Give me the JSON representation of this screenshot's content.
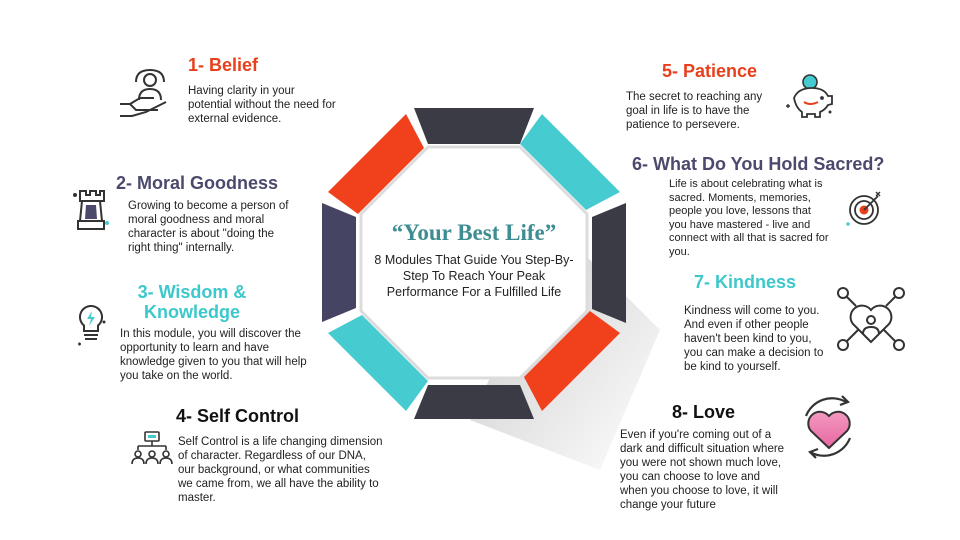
{
  "center": {
    "title": "“Your Best Life”",
    "subtitle": "8 Modules That Guide You Step-By-Step To Reach Your Peak Performance For a Fulfilled Life"
  },
  "colors": {
    "red": "#f0401c",
    "teal": "#45cbd0",
    "purple": "#464463",
    "dark": "#3a3b45",
    "title_teal": "#3d8d92"
  },
  "modules": [
    {
      "title": "1- Belief",
      "text": "Having clarity in your potential without the need for external evidence.",
      "icon": "hand-person-icon"
    },
    {
      "title": "2- Moral Goodness",
      "text": "Growing to become a person of moral goodness and moral character is about \"doing the right thing\" internally.",
      "icon": "chess-rook-icon"
    },
    {
      "title": "3- Wisdom & Knowledge",
      "text": "In this module, you will discover the opportunity to learn and have knowledge given to you that will help you take on the world.",
      "icon": "lightbulb-icon"
    },
    {
      "title": "4- Self Control",
      "text": "Self Control is a life changing dimension of character. Regardless of our DNA, our background, or what communities we came from, we all have the ability to master.",
      "icon": "people-network-icon"
    },
    {
      "title": "5- Patience",
      "text": "The secret to reaching any goal in life is to have the patience to persevere.",
      "icon": "piggy-bank-icon"
    },
    {
      "title": "6- What Do You Hold Sacred?",
      "text": "Life is about celebrating what is sacred. Moments, memories, people you love, lessons that you have mastered - live and connect with all that is sacred for you.",
      "icon": "target-icon"
    },
    {
      "title": "7- Kindness",
      "text": "Kindness will come to you. And even if other people haven't been kind to you, you can make a decision to be kind to yourself.",
      "icon": "heart-network-icon"
    },
    {
      "title": "8- Love",
      "text": "Even if you're coming out of a dark and difficult situation where you were not shown much love, you can choose to love and when you choose to love, it will change your future",
      "icon": "heart-cycle-icon"
    }
  ]
}
